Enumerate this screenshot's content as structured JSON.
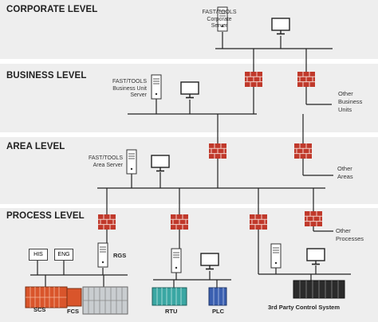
{
  "levels": {
    "corporate": "CORPORATE LEVEL",
    "business": "BUSINESS LEVEL",
    "area": "AREA LEVEL",
    "process": "PROCESS LEVEL"
  },
  "servers": {
    "corporate": "FAST/TOOLS\nCorporate\nServer",
    "business": "FAST/TOOLS\nBusiness Unit\nServer",
    "area": "FAST/TOOLS\nArea Server"
  },
  "others": {
    "business_units": "Other\nBusiness\nUnits",
    "areas": "Other\nAreas",
    "processes": "Other\nProcesses"
  },
  "process": {
    "his": "HIS",
    "eng": "ENG",
    "rgs": "RGS",
    "scs": "SCS",
    "fcs": "FCS",
    "rtu": "RTU",
    "plc": "PLC",
    "third_party": "3rd Party Control System"
  },
  "colors": {
    "band": "#eeeeee",
    "line": "#222222",
    "firewall": "#c0392b",
    "scs": "#d9552b",
    "rtu": "#3aa7a3",
    "plc": "#3a5fb0"
  }
}
